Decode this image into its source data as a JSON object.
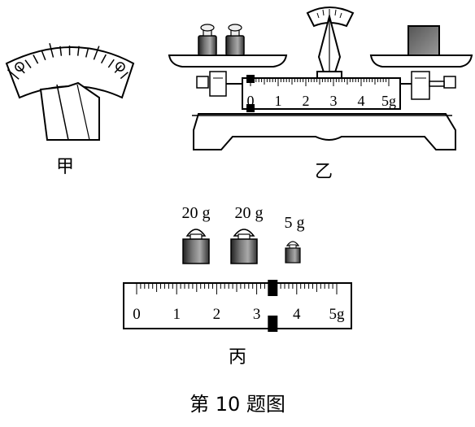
{
  "labels": {
    "jia": "甲",
    "yi": "乙",
    "bing": "丙",
    "caption": "第 10 题图"
  },
  "scale_ticks": [
    "0",
    "1",
    "2",
    "3",
    "4",
    "5g"
  ],
  "weights": {
    "w1": "20 g",
    "w2": "20 g",
    "w3": "5 g"
  },
  "rider": {
    "yi_position_g": 0,
    "bing_position_g": 3.4
  },
  "colors": {
    "ink": "#000000",
    "paper": "#ffffff"
  },
  "icons": {
    "weight": "brass-weight-icon",
    "rider": "rider-icon",
    "pointer": "balance-pointer-icon"
  }
}
